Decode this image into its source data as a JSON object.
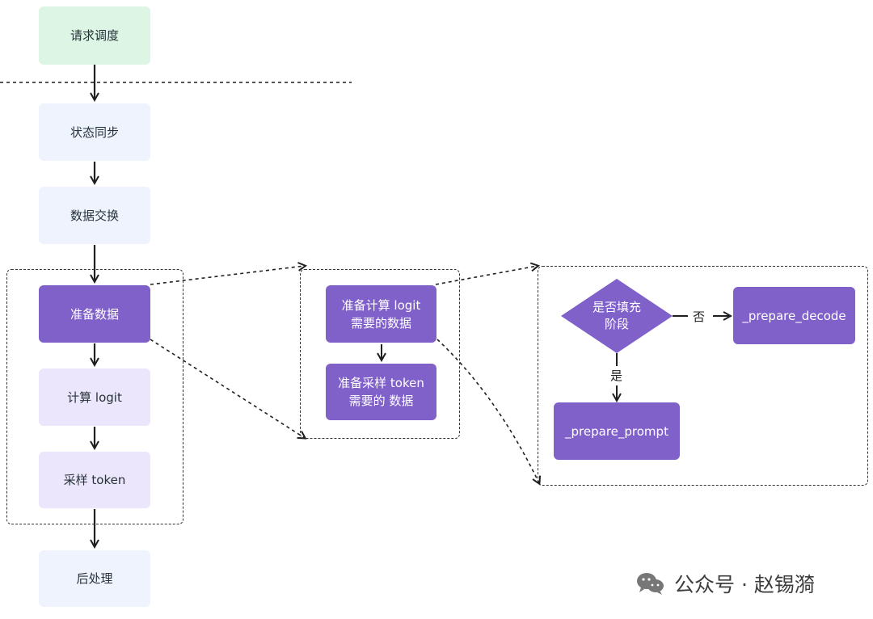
{
  "left_flow": {
    "request_scheduling": "请求调度",
    "state_sync": "状态同步",
    "data_exchange": "数据交换",
    "prepare_data": "准备数据",
    "compute_logit": "计算 logit",
    "sample_token": "采样 token",
    "post_process": "后处理"
  },
  "middle_flow": {
    "prepare_logit_data": "准备计算 logit\n需要的数据",
    "prepare_sample_data": "准备采样 token\n需要的 数据"
  },
  "right_flow": {
    "decision": "是否填充\n阶段",
    "no_label": "否",
    "yes_label": "是",
    "prepare_decode": "_prepare_decode",
    "prepare_prompt": "_prepare_prompt"
  },
  "watermark": {
    "text": "公众号 · 赵锡漪"
  },
  "colors": {
    "green": "#dcf5e5",
    "blue": "#eef3fd",
    "lavender": "#ece6fd",
    "purple": "#8060c9"
  }
}
